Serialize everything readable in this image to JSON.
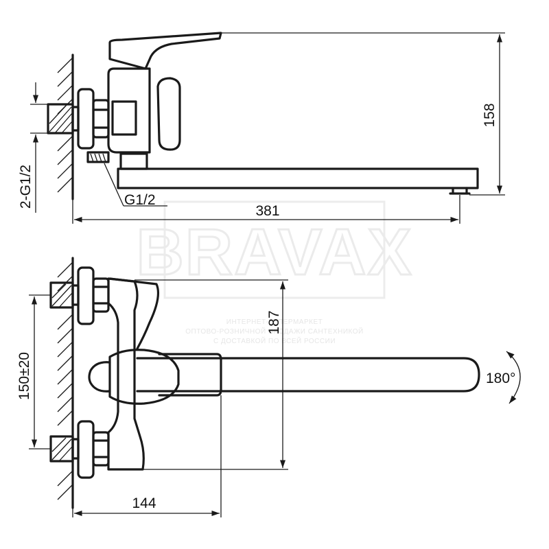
{
  "colors": {
    "line": "#1a1a1a",
    "watermark": "#ebebeb",
    "background": "#ffffff"
  },
  "watermark": {
    "brand": "BRAVAX",
    "line1": "ИНТЕРНЕТ-ГИПЕРМАРКЕТ",
    "line2": "ОПТОВО-РОЗНИЧНОЙ ПРОДАЖИ САНТЕХНИКОЙ",
    "line3": "С ДОСТАВКОЙ ПО ВСЕЙ РОССИИ"
  },
  "dimensions": {
    "height_total": "158",
    "spout_length": "381",
    "inlet_thread": "2-G1/2",
    "shower_outlet": "G1/2",
    "top_view_depth": "187",
    "inlet_spacing": "150±20",
    "body_projection": "144",
    "swivel_angle": "180°"
  }
}
